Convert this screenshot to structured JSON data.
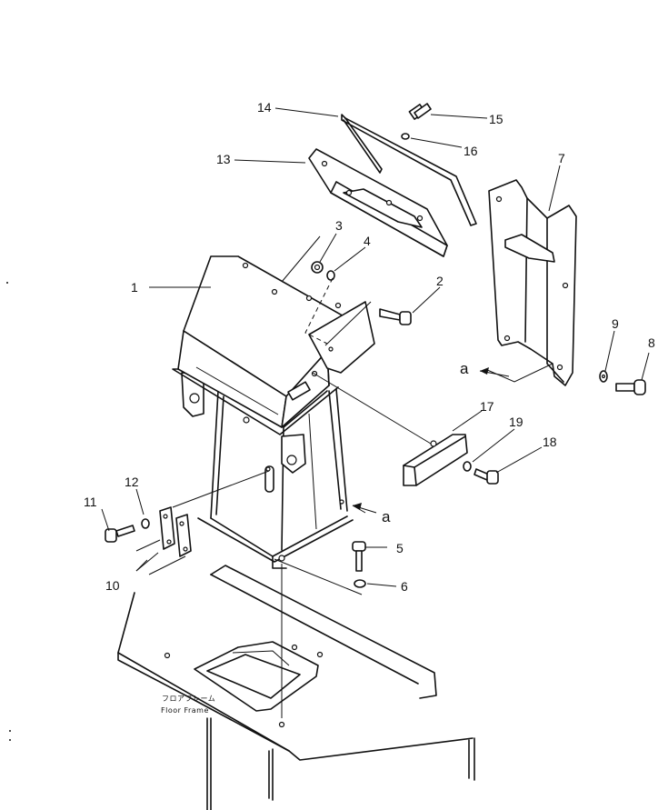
{
  "callouts": {
    "p1": "1",
    "p2": "2",
    "p3": "3",
    "p4": "4",
    "p5": "5",
    "p6": "6",
    "p7": "7",
    "p8": "8",
    "p9": "9",
    "p10": "10",
    "p11": "11",
    "p12": "12",
    "p13": "13",
    "p14": "14",
    "p15": "15",
    "p16": "16",
    "p17": "17",
    "p18": "18",
    "p19": "19"
  },
  "markers": {
    "a_left": "a",
    "a_right": "a"
  },
  "frame_label": {
    "jp": "フロアフレーム",
    "en": "Floor Frame"
  }
}
